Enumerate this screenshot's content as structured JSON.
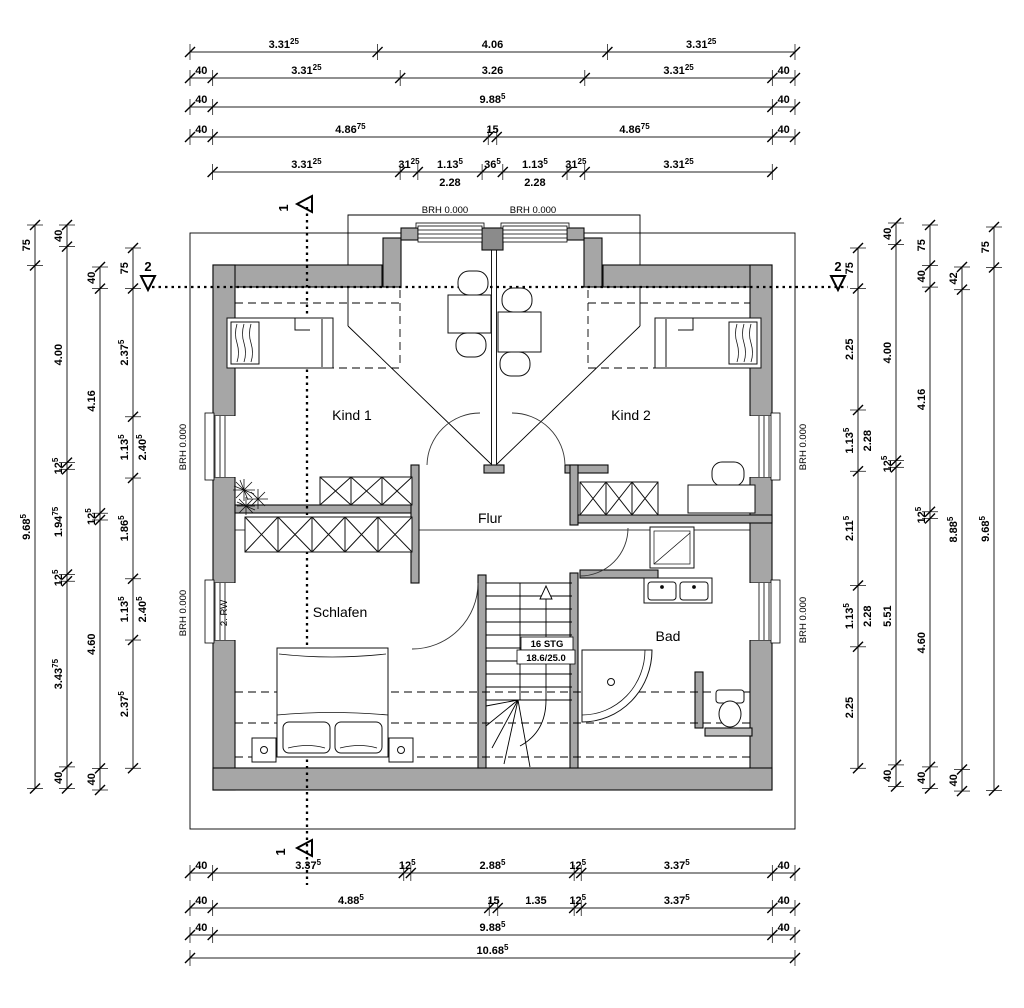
{
  "plan": {
    "rooms": {
      "kind1": "Kind 1",
      "kind2": "Kind 2",
      "flur": "Flur",
      "schlafen": "Schlafen",
      "bad": "Bad"
    },
    "labels": {
      "brh": "BRH 0.000",
      "rw": "2. RW",
      "stairs_line1": "16 STG",
      "stairs_line2": "18.6/25.0"
    },
    "sections": {
      "s1": "1",
      "s2": "2"
    }
  },
  "dimensions": {
    "top": [
      {
        "id": "t1",
        "segments": [
          {
            "v": 3.3125,
            "label": "3.31",
            "sup": "25"
          },
          {
            "v": 4.06,
            "label": "4.06"
          },
          {
            "v": 3.3125,
            "label": "3.31",
            "sup": "25"
          }
        ]
      },
      {
        "id": "t2",
        "segments": [
          {
            "v": 0.4,
            "label": "40"
          },
          {
            "v": 3.3125,
            "label": "3.31",
            "sup": "25"
          },
          {
            "v": 3.26,
            "label": "3.26"
          },
          {
            "v": 3.3125,
            "label": "3.31",
            "sup": "25"
          },
          {
            "v": 0.4,
            "label": "40"
          }
        ]
      },
      {
        "id": "t3",
        "segments": [
          {
            "v": 0.4,
            "label": "40"
          },
          {
            "v": 9.885,
            "label": "9.88",
            "sup": "5"
          },
          {
            "v": 0.4,
            "label": "40"
          }
        ]
      },
      {
        "id": "t4",
        "segments": [
          {
            "v": 0.4,
            "label": "40"
          },
          {
            "v": 4.8675,
            "label": "4.86",
            "sup": "75"
          },
          {
            "v": 0.15,
            "label": "15"
          },
          {
            "v": 4.8675,
            "label": "4.86",
            "sup": "75"
          },
          {
            "v": 0.4,
            "label": "40"
          }
        ]
      },
      {
        "id": "t5",
        "segments": [
          {
            "v": 3.3125,
            "label": "3.31",
            "sup": "25"
          },
          {
            "v": 0.3125,
            "label": "31",
            "sup": "25"
          },
          {
            "v": 1.135,
            "label": "1.13",
            "sup": "5",
            "sub": "2.28"
          },
          {
            "v": 0.365,
            "label": "36",
            "sup": "5"
          },
          {
            "v": 1.135,
            "label": "1.13",
            "sup": "5",
            "sub": "2.28"
          },
          {
            "v": 0.3125,
            "label": "31",
            "sup": "25"
          },
          {
            "v": 3.3125,
            "label": "3.31",
            "sup": "25"
          }
        ]
      }
    ],
    "bottom": [
      {
        "id": "b1",
        "segments": [
          {
            "v": 0.4,
            "label": "40"
          },
          {
            "v": 3.375,
            "label": "3.37",
            "sup": "5"
          },
          {
            "v": 0.125,
            "label": "12",
            "sup": "5"
          },
          {
            "v": 2.885,
            "label": "2.88",
            "sup": "5"
          },
          {
            "v": 0.125,
            "label": "12",
            "sup": "5"
          },
          {
            "v": 3.375,
            "label": "3.37",
            "sup": "5"
          },
          {
            "v": 0.4,
            "label": "40"
          }
        ]
      },
      {
        "id": "b2",
        "segments": [
          {
            "v": 0.4,
            "label": "40"
          },
          {
            "v": 4.885,
            "label": "4.88",
            "sup": "5"
          },
          {
            "v": 0.15,
            "label": "15"
          },
          {
            "v": 1.35,
            "label": "1.35"
          },
          {
            "v": 0.125,
            "label": "12",
            "sup": "5"
          },
          {
            "v": 3.375,
            "label": "3.37",
            "sup": "5"
          },
          {
            "v": 0.4,
            "label": "40"
          }
        ]
      },
      {
        "id": "b3",
        "segments": [
          {
            "v": 0.4,
            "label": "40"
          },
          {
            "v": 9.885,
            "label": "9.88",
            "sup": "5"
          },
          {
            "v": 0.4,
            "label": "40"
          }
        ]
      },
      {
        "id": "b4",
        "segments": [
          {
            "v": 10.685,
            "label": "10.68",
            "sup": "5"
          }
        ]
      }
    ],
    "left": [
      {
        "id": "l1",
        "segments": [
          {
            "v": 0.75,
            "label": "75"
          },
          {
            "v": 9.685,
            "label": "9.68",
            "sup": "5"
          }
        ]
      },
      {
        "id": "l2",
        "segments": [
          {
            "v": 0.4,
            "label": "40"
          },
          {
            "v": 4.0,
            "label": "4.00"
          },
          {
            "v": 0.125,
            "label": "12",
            "sup": "5"
          },
          {
            "v": 1.9475,
            "label": "1.94",
            "sup": "75"
          },
          {
            "v": 0.125,
            "label": "12",
            "sup": "5"
          },
          {
            "v": 3.4375,
            "label": "3.43",
            "sup": "75"
          },
          {
            "v": 0.4,
            "label": "40"
          }
        ]
      },
      {
        "id": "l3",
        "segments": [
          {
            "v": 0.4,
            "label": "40"
          },
          {
            "v": 4.16,
            "label": "4.16"
          },
          {
            "v": 0.125,
            "label": "12",
            "sup": "5"
          },
          {
            "v": 4.6,
            "label": "4.60"
          },
          {
            "v": 0.4,
            "label": "40"
          }
        ]
      },
      {
        "id": "l4",
        "segments": [
          {
            "v": 0.75,
            "label": "75"
          },
          {
            "v": 2.375,
            "label": "2.37",
            "sup": "5"
          },
          {
            "v": 1.135,
            "label": "1.13",
            "sup": "5",
            "sub": "2.40",
            "subSup": "5"
          },
          {
            "v": 1.865,
            "label": "1.86",
            "sup": "5"
          },
          {
            "v": 1.135,
            "label": "1.13",
            "sup": "5",
            "sub": "2.40",
            "subSup": "5"
          },
          {
            "v": 2.375,
            "label": "2.37",
            "sup": "5"
          }
        ]
      }
    ],
    "right": [
      {
        "id": "r1",
        "segments": [
          {
            "v": 0.75,
            "label": "75"
          },
          {
            "v": 2.25,
            "label": "2.25"
          },
          {
            "v": 1.135,
            "label": "1.13",
            "sup": "5",
            "sub": "2.28"
          },
          {
            "v": 2.115,
            "label": "2.11",
            "sup": "5"
          },
          {
            "v": 1.135,
            "label": "1.13",
            "sup": "5",
            "sub": "2.28"
          },
          {
            "v": 2.25,
            "label": "2.25"
          }
        ]
      },
      {
        "id": "r2",
        "segments": [
          {
            "v": 0.4,
            "label": "40"
          },
          {
            "v": 4.0,
            "label": "4.00"
          },
          {
            "v": 0.125,
            "label": "12",
            "sup": "5"
          },
          {
            "v": 5.51,
            "label": "5.51"
          },
          {
            "v": 0.4,
            "label": "40"
          }
        ]
      },
      {
        "id": "r3",
        "segments": [
          {
            "v": 0.75,
            "label": "75"
          },
          {
            "v": 0.4,
            "label": "40"
          },
          {
            "v": 4.16,
            "label": "4.16"
          },
          {
            "v": 0.125,
            "label": "12",
            "sup": "5"
          },
          {
            "v": 4.6,
            "label": "4.60"
          },
          {
            "v": 0.4,
            "label": "40"
          }
        ]
      },
      {
        "id": "r4",
        "segments": [
          {
            "v": 0.42,
            "label": "42"
          },
          {
            "v": 8.885,
            "label": "8.88",
            "sup": "5"
          },
          {
            "v": 0.4,
            "label": "40"
          }
        ]
      },
      {
        "id": "r5",
        "segments": [
          {
            "v": 0.75,
            "label": "75"
          },
          {
            "v": 9.685,
            "label": "9.68",
            "sup": "5"
          }
        ]
      }
    ]
  },
  "colors": {
    "wall": "#a6a6a6",
    "wall_dark": "#8b8b8b",
    "line": "#000000",
    "shelf": "#bdbdbd"
  }
}
